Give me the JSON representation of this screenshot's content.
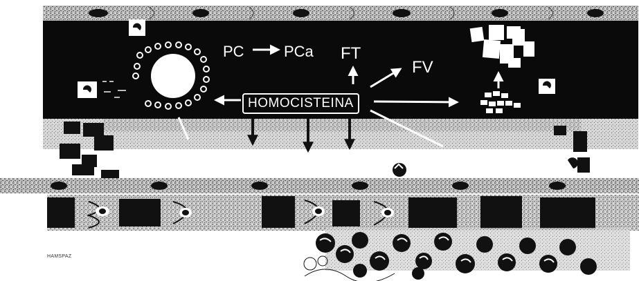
{
  "labels": {
    "pc": "PC",
    "pca": "PCa",
    "ft": "FT",
    "fv": "FV",
    "homocysteine": "HOMOCISTEINA"
  },
  "credit": "HAMSPAZ",
  "colors": {
    "lumen": "#0a0a0a",
    "arrow": "#ffffff",
    "cell_texture": "#b8b8b8",
    "nucleus": "#111111"
  }
}
